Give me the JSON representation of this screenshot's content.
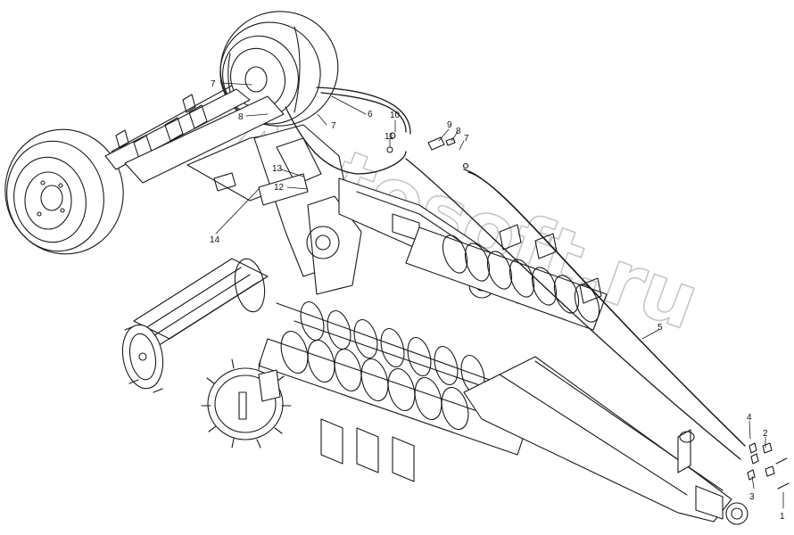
{
  "watermark": {
    "text": "Autosoft.ru",
    "color": "#c7c7c7"
  },
  "drawing": {
    "line_color": "#1a1a1a",
    "background": "#ffffff",
    "callouts": [
      {
        "id": "c7a",
        "label": "7"
      },
      {
        "id": "c8a",
        "label": "8"
      },
      {
        "id": "c6",
        "label": "6"
      },
      {
        "id": "c7b",
        "label": "7"
      },
      {
        "id": "c10",
        "label": "10"
      },
      {
        "id": "c11",
        "label": "11"
      },
      {
        "id": "c9",
        "label": "9"
      },
      {
        "id": "c8b",
        "label": "8"
      },
      {
        "id": "c7c",
        "label": "7"
      },
      {
        "id": "c13",
        "label": "13"
      },
      {
        "id": "c12",
        "label": "12"
      },
      {
        "id": "c14",
        "label": "14"
      },
      {
        "id": "c5",
        "label": "5"
      },
      {
        "id": "c4",
        "label": "4"
      },
      {
        "id": "c2",
        "label": "2"
      },
      {
        "id": "c3",
        "label": "3"
      },
      {
        "id": "c1",
        "label": "1"
      }
    ]
  }
}
